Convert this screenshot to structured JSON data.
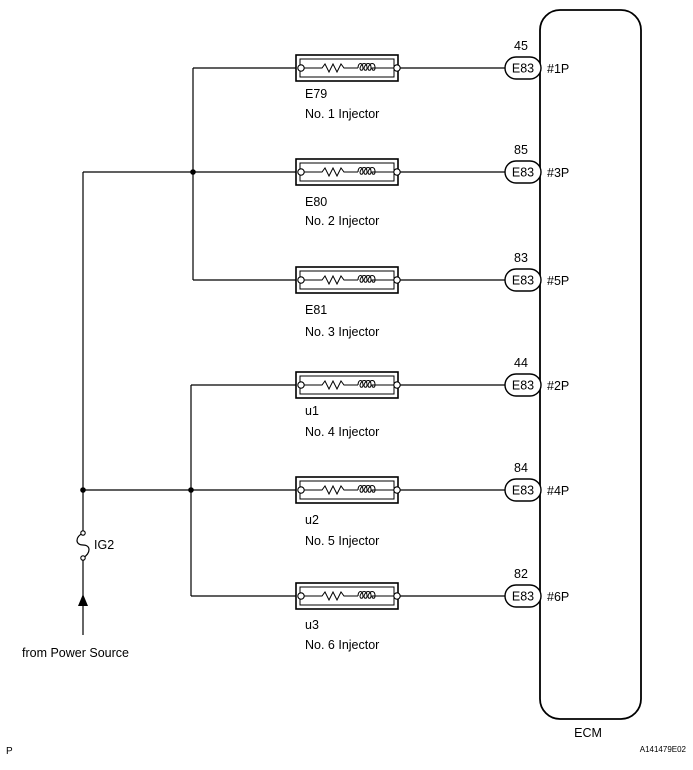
{
  "ecm": {
    "label": "ECM"
  },
  "injectors": [
    {
      "id": "E79",
      "name": "No. 1 Injector",
      "connector": "E83",
      "pin_no": "45",
      "terminal": "#1P"
    },
    {
      "id": "E80",
      "name": "No. 2 Injector",
      "connector": "E83",
      "pin_no": "85",
      "terminal": "#3P"
    },
    {
      "id": "E81",
      "name": "No. 3 Injector",
      "connector": "E83",
      "pin_no": "83",
      "terminal": "#5P"
    },
    {
      "id": "u1",
      "name": "No. 4 Injector",
      "connector": "E83",
      "pin_no": "44",
      "terminal": "#2P"
    },
    {
      "id": "u2",
      "name": "No. 5 Injector",
      "connector": "E83",
      "pin_no": "84",
      "terminal": "#4P"
    },
    {
      "id": "u3",
      "name": "No. 6 Injector",
      "connector": "E83",
      "pin_no": "82",
      "terminal": "#6P"
    }
  ],
  "fuse": {
    "label": "IG2"
  },
  "power_source": {
    "label": "from Power Source"
  },
  "footer": {
    "left_code": "P",
    "figure_id": "A141479E02"
  }
}
